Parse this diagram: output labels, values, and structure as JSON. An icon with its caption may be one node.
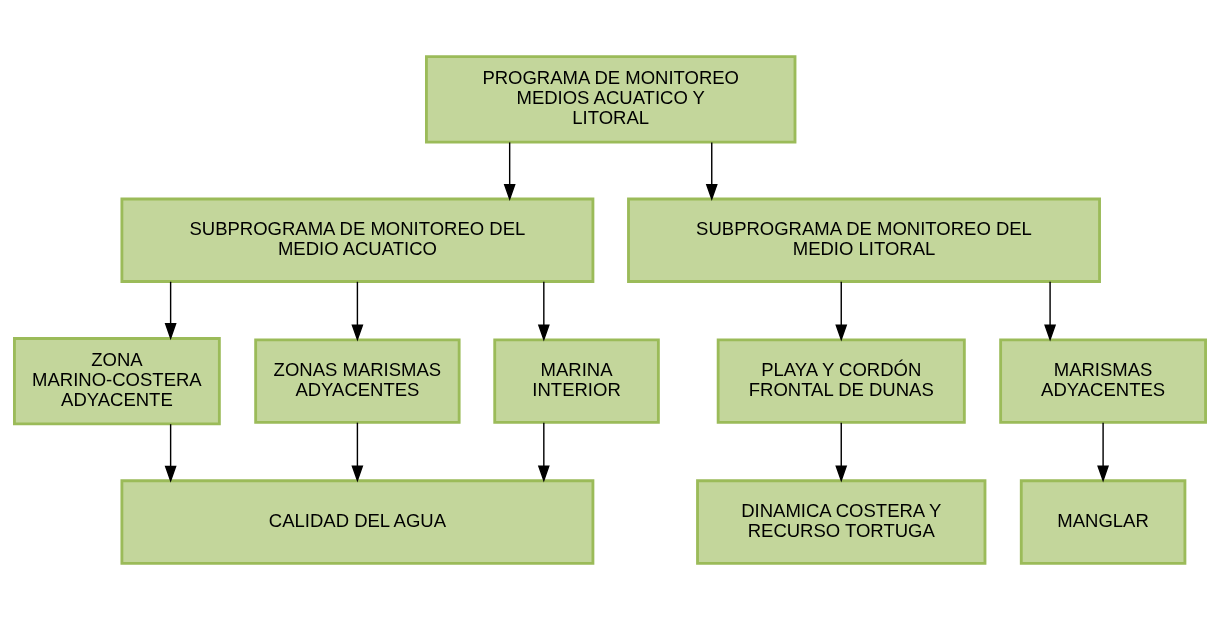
{
  "diagram": {
    "nodes": [
      {
        "text": [
          "PROGRAMA DE MONITOREO MEDIOS ACUATICO Y LITORAL"
        ]
      },
      {
        "text": [
          "SUBPROGRAMA DE MONITOREO DEL MEDIO ACUATICO"
        ]
      },
      {
        "text": [
          "SUBPROGRAMA DE MONITOREO DEL MEDIO LITORAL"
        ]
      },
      {
        "text": [
          "ZONA MARINO-COSTERA ADYACENTE"
        ]
      },
      {
        "text": [
          "ZONAS MARISMAS ADYACENTES"
        ]
      },
      {
        "text": [
          "MARINA INTERIOR"
        ]
      },
      {
        "text": [
          "PLAYA Y CORDÓN FRONTAL DE DUNAS"
        ]
      },
      {
        "text": [
          "MARISMAS ADYACENTES"
        ]
      },
      {
        "text": [
          "CALIDAD DEL AGUA"
        ]
      },
      {
        "text": [
          "DINAMICA COSTERA Y RECURSO TORTUGA"
        ]
      },
      {
        "text": [
          "MANGLAR"
        ]
      }
    ],
    "edges": [
      {
        "from": 0,
        "to": 1,
        "arrow": "to"
      },
      {
        "from": 0,
        "to": 2,
        "arrow": "to"
      },
      {
        "from": 1,
        "to": 3,
        "arrow": "to"
      },
      {
        "from": 1,
        "to": 4,
        "arrow": "to"
      },
      {
        "from": 1,
        "to": 5,
        "arrow": "to"
      },
      {
        "from": 2,
        "to": 6,
        "arrow": "to"
      },
      {
        "from": 2,
        "to": 7,
        "arrow": "to"
      },
      {
        "from": 3,
        "to": 8,
        "arrow": "to"
      },
      {
        "from": 4,
        "to": 8,
        "arrow": "to"
      },
      {
        "from": 5,
        "to": 8,
        "arrow": "to"
      },
      {
        "from": 6,
        "to": 9,
        "arrow": "to"
      },
      {
        "from": 7,
        "to": 10,
        "arrow": "to"
      }
    ]
  }
}
